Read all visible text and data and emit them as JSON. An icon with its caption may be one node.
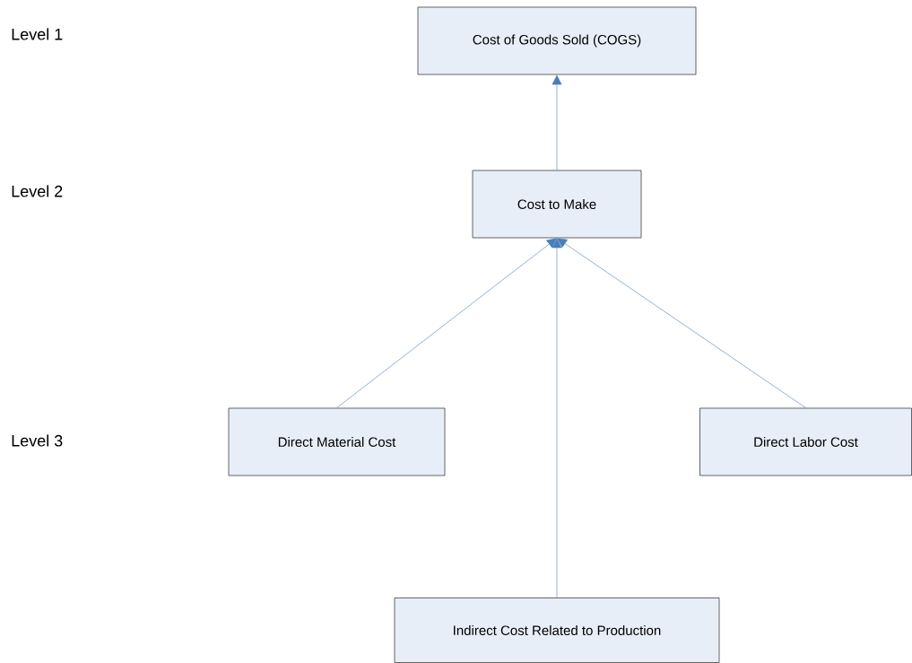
{
  "diagram": {
    "nodes": [
      {
        "text": [
          "Cost of Goods Sold (COGS)"
        ]
      },
      {
        "text": [
          "Cost to Make"
        ]
      },
      {
        "text": [
          "Direct Material Cost"
        ]
      },
      {
        "text": [
          "Direct Labor Cost"
        ]
      },
      {
        "text": [
          "Indirect Cost Related to Production"
        ]
      }
    ],
    "edges": [
      {
        "from": 1,
        "to": 0,
        "arrow": "to"
      },
      {
        "from": 2,
        "to": 1,
        "arrow": "to"
      },
      {
        "from": 4,
        "to": 1,
        "arrow": "to"
      },
      {
        "from": 3,
        "to": 1,
        "arrow": "to"
      }
    ],
    "labels": [
      "Level 1",
      "Level 2",
      "Level 3"
    ]
  }
}
